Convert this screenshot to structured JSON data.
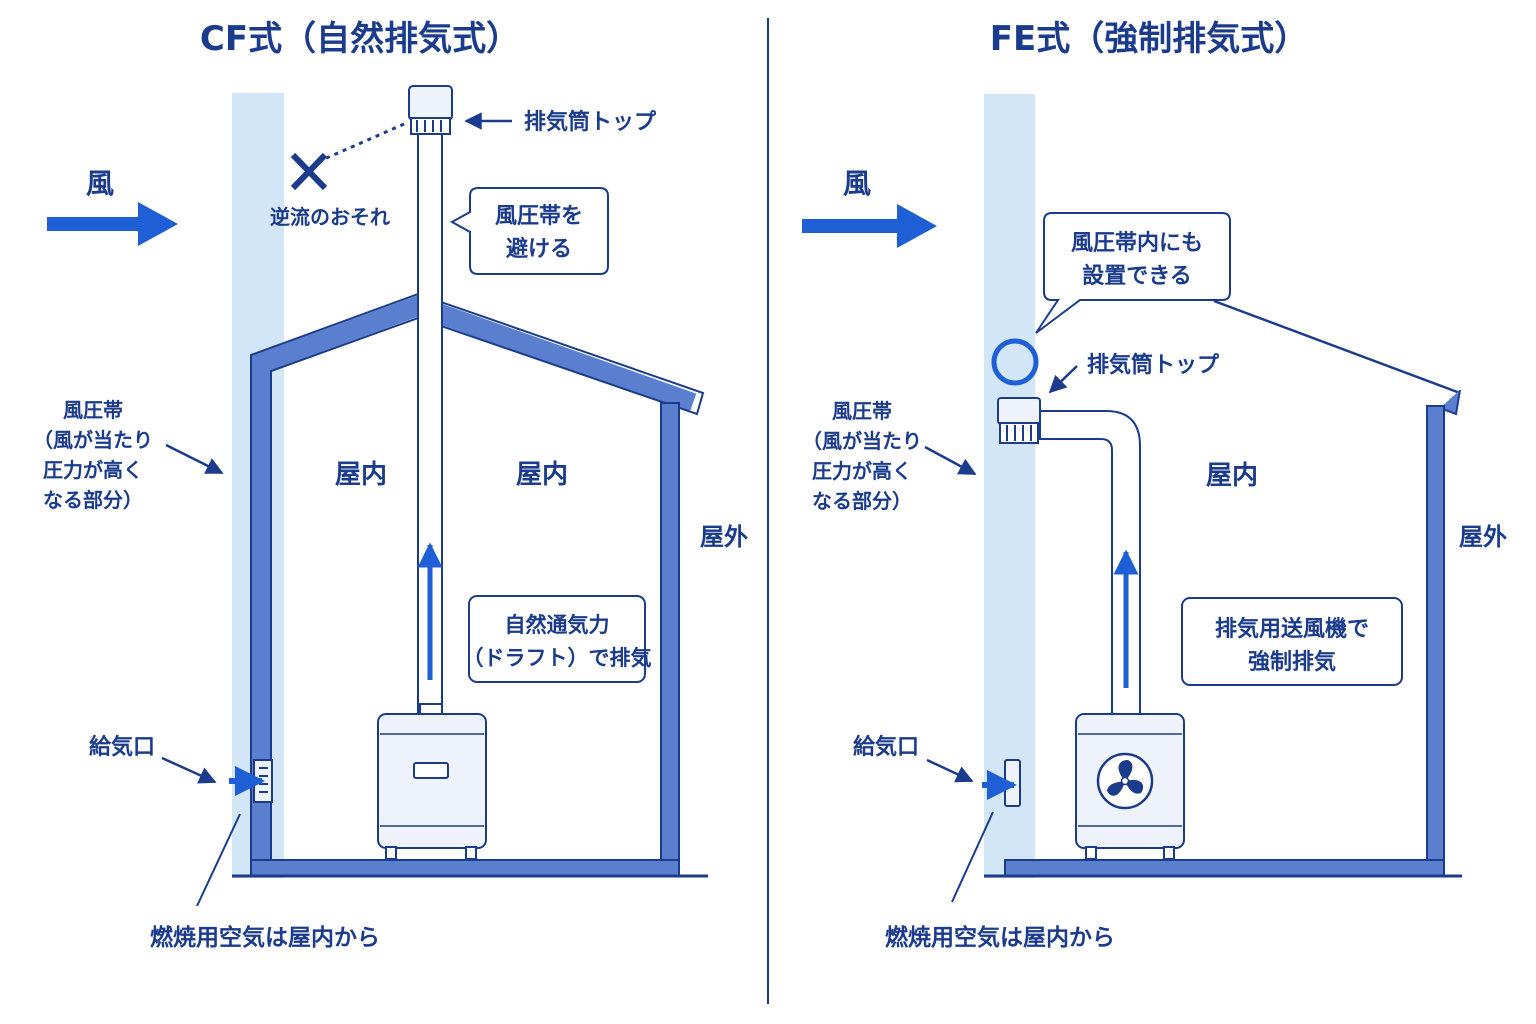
{
  "colors": {
    "primary": "#1b3c8c",
    "accent": "#1f5fd6",
    "wall": "#5b7fcf",
    "wind_zone": "#d3e6f8",
    "appliance_fill": "#eef2fb"
  },
  "cf": {
    "title": "CF式（自然排気式）",
    "wind": "風",
    "exhaust_top": "排気筒トップ",
    "backflow": "逆流のおそれ",
    "bubble": [
      "風圧帯を",
      "避ける"
    ],
    "wind_zone_note": [
      "風圧帯",
      "（風が当たり",
      "圧力が高く",
      "なる部分）"
    ],
    "indoor_left": "屋内",
    "indoor_right": "屋内",
    "outdoor": "屋外",
    "draft_box": [
      "自然通気力",
      "（ドラフト）で排気"
    ],
    "air_inlet": "給気口",
    "combustion_air": "燃焼用空気は屋内から"
  },
  "fe": {
    "title": "FE式（強制排気式）",
    "wind": "風",
    "bubble": [
      "風圧帯内にも",
      "設置できる"
    ],
    "exhaust_top": "排気筒トップ",
    "wind_zone_note": [
      "風圧帯",
      "（風が当たり",
      "圧力が高く",
      "なる部分）"
    ],
    "indoor": "屋内",
    "outdoor": "屋外",
    "fan_box": [
      "排気用送風機で",
      "強制排気"
    ],
    "air_inlet": "給気口",
    "combustion_air": "燃焼用空気は屋内から"
  }
}
